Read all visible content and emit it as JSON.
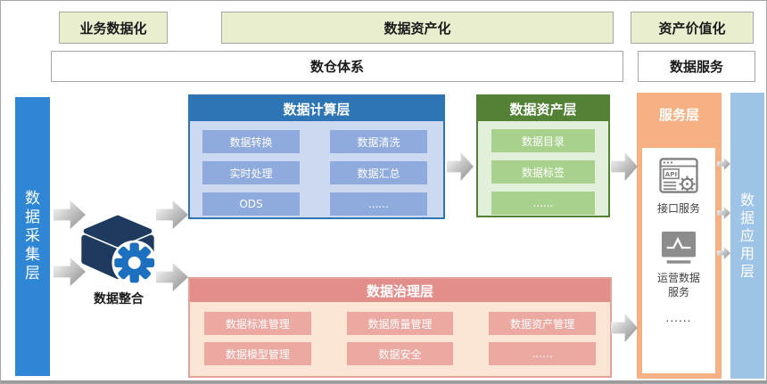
{
  "title_row": {
    "business": "业务数据化",
    "assetization": "数据资产化",
    "valuation": "资产价值化"
  },
  "system_row": {
    "warehouse": "数仓体系",
    "service": "数据服务"
  },
  "collection_bar": {
    "label": "数据采集层"
  },
  "application_bar": {
    "label": "数据应用层"
  },
  "integration": {
    "label": "数据整合"
  },
  "computing_layer": {
    "title": "数据计算层",
    "items": [
      "数据转换",
      "数据清洗",
      "实时处理",
      "数据汇总",
      "ODS",
      "......"
    ]
  },
  "asset_layer": {
    "title": "数据资产层",
    "items": [
      "数据目录",
      "数据标签",
      "......"
    ]
  },
  "governance_layer": {
    "title": "数据治理层",
    "items": [
      "数据标准管理",
      "数据质量管理",
      "数据资产管理",
      "数据模型管理",
      "数据安全",
      "......"
    ]
  },
  "service_layer": {
    "title": "服务层",
    "api_label": "接口服务",
    "ops_label": "运营数据服务",
    "more": "......",
    "api_icon_text": "API"
  },
  "colors": {
    "phase_box": "#e9eecf",
    "collection_bar": "#2e86d4",
    "application_bar": "#9dc3e6",
    "computing_header": "#2e75b6",
    "computing_body": "#ccd9f0",
    "computing_cell": "#8faadc",
    "asset_header": "#538135",
    "asset_body": "#e2efda",
    "asset_cell": "#a9d18e",
    "governance_header": "#e28f8b",
    "governance_body": "#fce5d5",
    "governance_cell": "#eba9a1",
    "service_header": "#f5b183",
    "cube_navy": "#1e3a5f",
    "gear_blue": "#1d70c0",
    "icon_gray": "#7f7f7f"
  }
}
